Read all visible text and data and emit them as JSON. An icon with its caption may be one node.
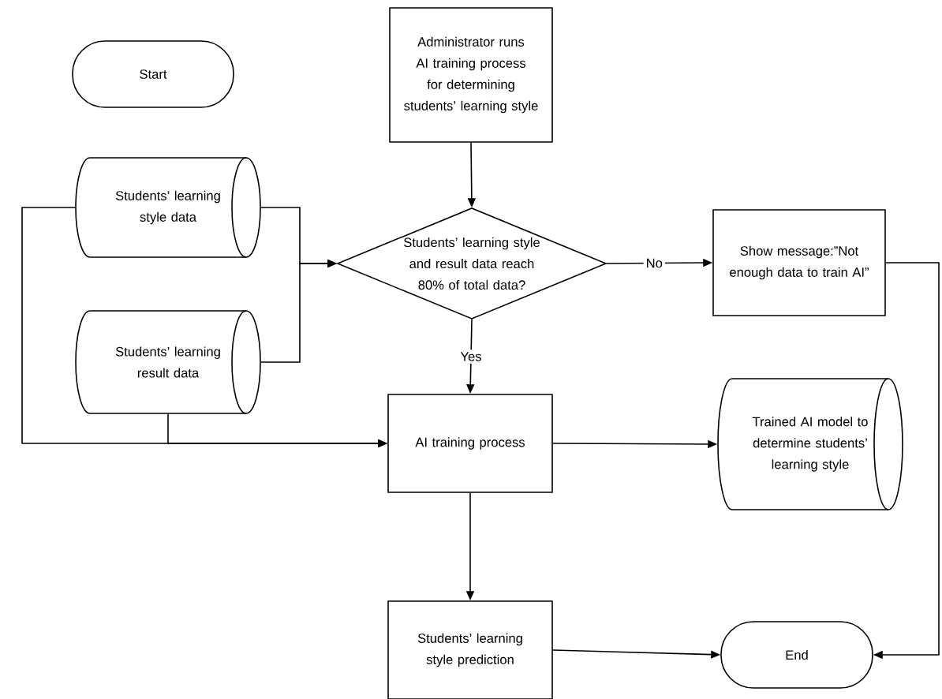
{
  "diagram": {
    "nodes": [
      {
        "text": [
          "Start"
        ]
      },
      {
        "text": [
          "Administrator runs AI training process for determining students’ learning style"
        ]
      },
      {
        "text": [
          "Students’ learning style data"
        ]
      },
      {
        "text": [
          "Students’ learning style and result data reach 80% of total data?"
        ]
      },
      {
        "text": [
          "Show message:”Not enough data to train AI”"
        ]
      },
      {
        "text": [
          "Students’ learning result data"
        ]
      },
      {
        "text": [
          "AI training process"
        ]
      },
      {
        "text": [
          "Trained AI model to determine students’ learning style"
        ]
      },
      {
        "text": [
          "Students’ learning style prediction"
        ]
      },
      {
        "text": [
          "End"
        ]
      }
    ],
    "edges": [
      {
        "from": 1,
        "to": 3,
        "arrow": "to"
      },
      {
        "from": 2,
        "to": 3,
        "arrow": "to"
      },
      {
        "from": 5,
        "to": 3,
        "arrow": "to"
      },
      {
        "from": 3,
        "to": 4,
        "arrow": "to",
        "label": "No"
      },
      {
        "from": 3,
        "to": 6,
        "arrow": "to",
        "label": "Yes"
      },
      {
        "from": 2,
        "to": 6,
        "arrow": "to"
      },
      {
        "from": 5,
        "to": 6,
        "arrow": "to"
      },
      {
        "from": 6,
        "to": 7,
        "arrow": "to"
      },
      {
        "from": 6,
        "to": 8,
        "arrow": "to"
      },
      {
        "from": 8,
        "to": 9,
        "arrow": "to"
      },
      {
        "from": 4,
        "to": 9,
        "arrow": "to"
      }
    ]
  }
}
